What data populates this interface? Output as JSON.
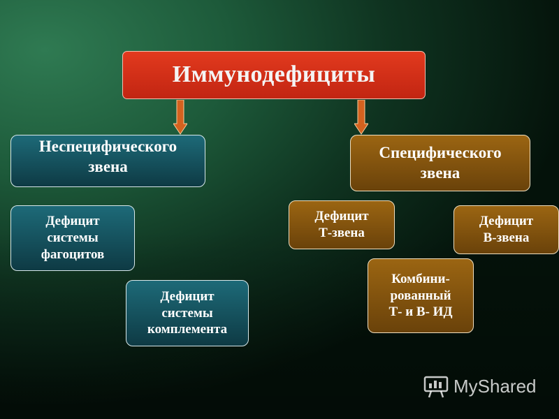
{
  "title": "Иммунодефициты",
  "branches": {
    "nonspecific": {
      "label": "Неспецифического\nзвена",
      "items": [
        "Дефицит\nсистемы\nфагоцитов",
        "Дефицит\nсистемы\nкомплемента"
      ]
    },
    "specific": {
      "label": "Специфического\nзвена",
      "items": [
        "Дефицит\nТ-звена",
        "Дефицит\nВ-звена",
        "Комбини-\nрованный\nТ- и В- ИД"
      ]
    }
  },
  "watermark": "MyShared",
  "icons": {
    "arrow": "down-arrow-icon",
    "watermark_logo": "presentation-board-icon"
  },
  "colors": {
    "title_box": "#d02e17",
    "teal_box": "#16525e",
    "brown_box": "#83540e",
    "arrow_fill": "#d4621f",
    "background": "#1d5a3a"
  }
}
